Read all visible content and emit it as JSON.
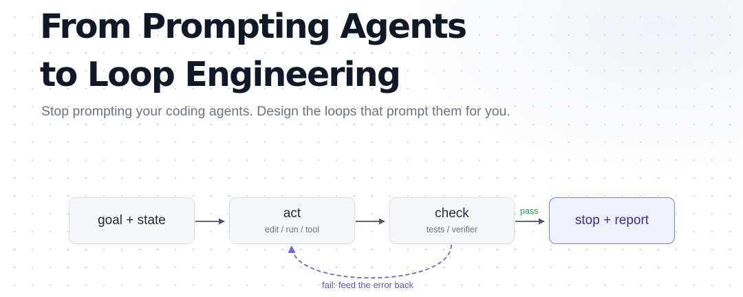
{
  "header": {
    "title_line1": "From Prompting Agents",
    "title_line2": "to Loop Engineering",
    "subtitle": "Stop prompting your coding agents. Design the loops that prompt them for you."
  },
  "diagram": {
    "nodes": [
      {
        "id": "goal",
        "label": "goal + state",
        "sublabel": ""
      },
      {
        "id": "act",
        "label": "act",
        "sublabel": "edit / run / tool"
      },
      {
        "id": "check",
        "label": "check",
        "sublabel": "tests / verifier"
      },
      {
        "id": "stop",
        "label": "stop + report",
        "sublabel": ""
      }
    ],
    "edges": [
      {
        "from": "goal",
        "to": "act",
        "label": ""
      },
      {
        "from": "act",
        "to": "check",
        "label": ""
      },
      {
        "from": "check",
        "to": "stop",
        "label": "pass"
      },
      {
        "from": "check",
        "to": "act",
        "label": "fail: feed the error back"
      }
    ]
  },
  "colors": {
    "title": "#111827",
    "subtitle": "#6b7280",
    "node_border": "#d9dde5",
    "node_fill": "#f6f7f9",
    "highlight_border": "#7e80d6",
    "highlight_fill": "#eef0fc",
    "highlight_text": "#3730a3",
    "arrow": "#4b5563",
    "pass": "#16a34a",
    "fail": "#6d63d6"
  }
}
